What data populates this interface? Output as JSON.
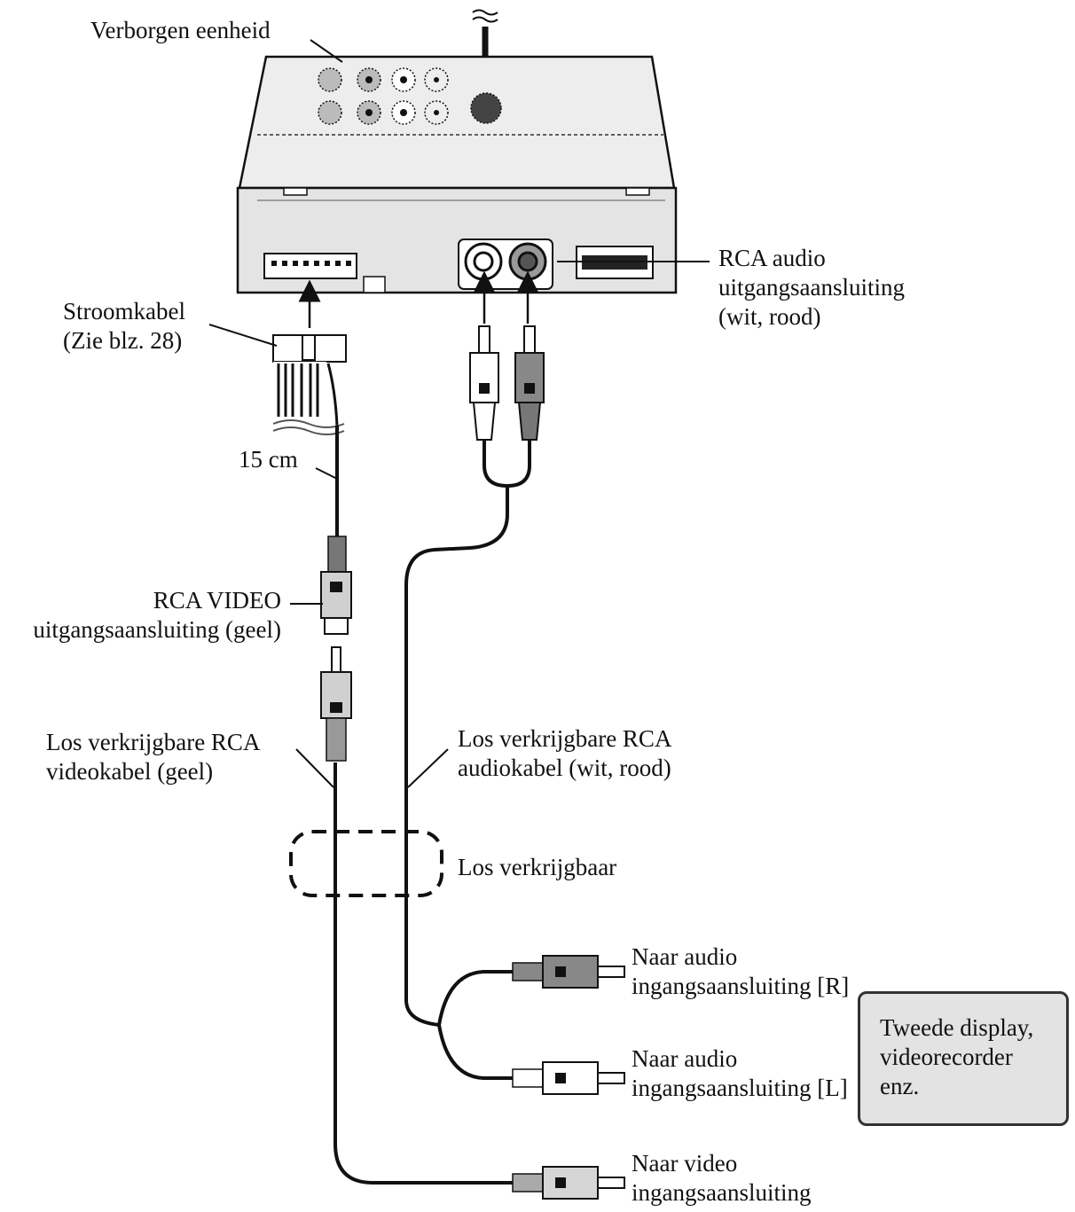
{
  "labels": {
    "hidden_unit": "Verborgen eenheid",
    "power_cable": [
      "Stroomkabel",
      "(Zie blz. 28)"
    ],
    "length": "15 cm",
    "rca_audio_out": [
      "RCA audio",
      "uitgangsaansluiting",
      "(wit, rood)"
    ],
    "rca_video_out": [
      "RCA VIDEO",
      "uitgangsaansluiting (geel)"
    ],
    "video_cable": [
      "Los verkrijgbare RCA",
      "videokabel (geel)"
    ],
    "audio_cable": [
      "Los verkrijgbare RCA",
      "audiokabel (wit, rood)"
    ],
    "sold_separately": "Los verkrijgbaar",
    "to_audio_r": [
      "Naar audio",
      "ingangsaansluiting [R]"
    ],
    "to_audio_l": [
      "Naar audio",
      "ingangsaansluiting [L]"
    ],
    "to_video": [
      "Naar video",
      "ingangsaansluiting"
    ],
    "second_display": [
      "Tweede display,",
      "videorecorder",
      "enz."
    ]
  },
  "colors": {
    "line": "#111111",
    "unit_fill": "#e6e6e6",
    "red_plug": "#8a8a8a",
    "white_plug": "#f2f2f2",
    "display_box": "#e3e3e3"
  }
}
